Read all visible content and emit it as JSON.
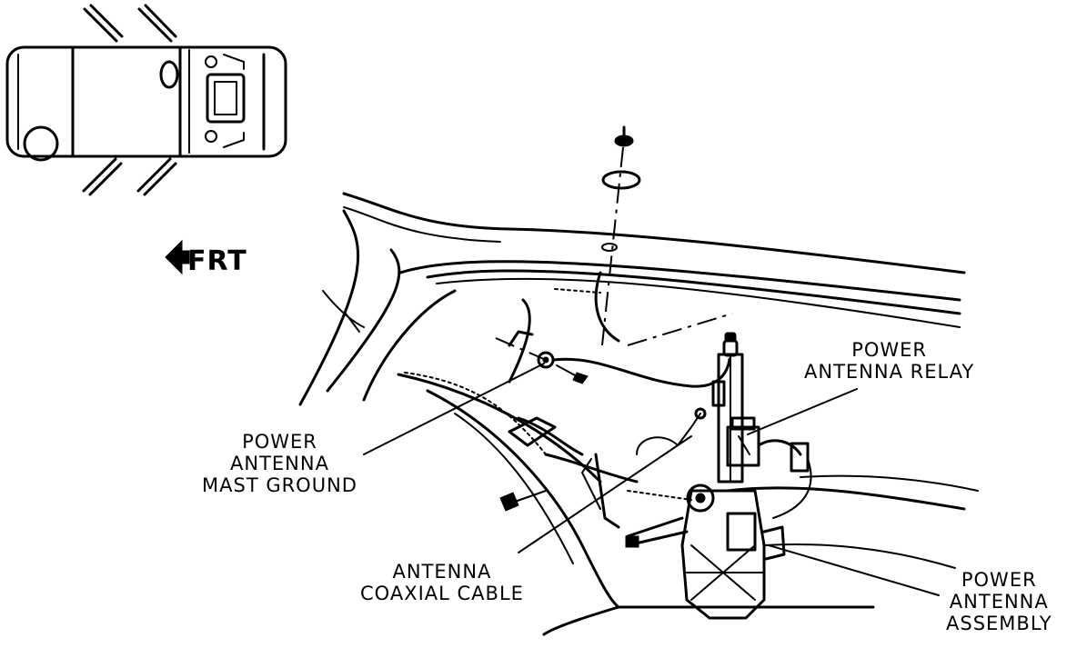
{
  "direction_indicator": {
    "text": "FRT"
  },
  "labels": {
    "power_antenna_relay": {
      "line1": "POWER",
      "line2": "ANTENNA RELAY"
    },
    "power_antenna_mast_ground": {
      "line1": "POWER",
      "line2": "ANTENNA",
      "line3": "MAST GROUND"
    },
    "antenna_coaxial_cable": {
      "line1": "ANTENNA",
      "line2": "COAXIAL CABLE"
    },
    "power_antenna_assembly": {
      "line1": "POWER",
      "line2": "ANTENNA",
      "line3": "ASSEMBLY"
    }
  },
  "icons": {
    "vehicle": "vehicle-top-view-icon",
    "arrow": "front-arrow-icon"
  },
  "colors": {
    "ink": "#000000",
    "paper": "#ffffff"
  }
}
